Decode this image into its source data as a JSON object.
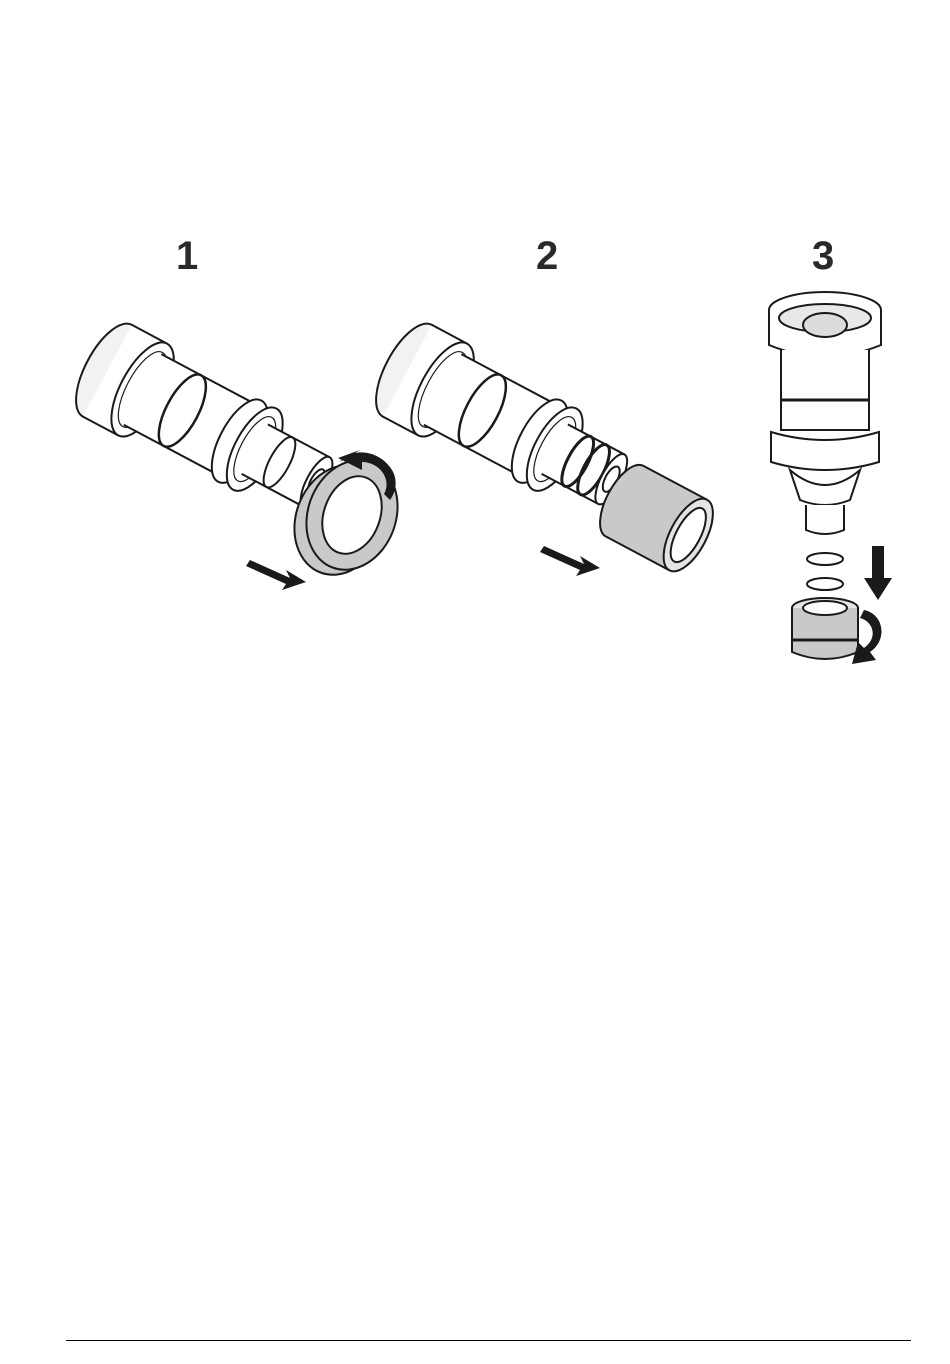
{
  "steps": [
    {
      "label": "1"
    },
    {
      "label": "2"
    },
    {
      "label": "3"
    }
  ],
  "colors": {
    "stroke": "#1a1a1a",
    "ring_fill": "#c9c9c9",
    "ring_inner": "#e4e4e4",
    "arrow": "#1a1a1a",
    "body": "#ffffff"
  },
  "icons": [
    "pull-arrow-icon",
    "rotate-arrow-icon",
    "down-arrow-icon"
  ]
}
